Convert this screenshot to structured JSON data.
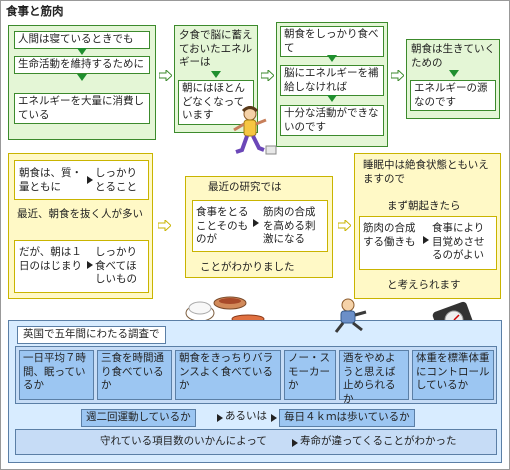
{
  "title": "食事と筋肉",
  "colors": {
    "green_border": "#3c8a2c",
    "green_fill": "#e4f6d6",
    "yellow_border": "#c9b400",
    "yellow_fill": "#fff9c6",
    "blue_fill": "#d8ecff",
    "blue_cell": "#9cc6f2",
    "flow_arrow": "#1f8f2e"
  },
  "row1": {
    "box1": {
      "a": "人間は寝ているときでも",
      "b": "生命活動を維持するために",
      "c": "エネルギーを大量に消費している"
    },
    "box2": {
      "a": "夕食で脳に蓄えておいたエネルギーは",
      "b": "朝にはほとんどなくなっています"
    },
    "box3": {
      "a": "朝食をしっかり食べて",
      "b": "脳にエネルギーを補給しなければ",
      "c": "十分な活動ができないのです"
    },
    "box4": {
      "a": "朝食は生きていくための",
      "b": "エネルギーの源なのです"
    }
  },
  "row2": {
    "left": {
      "top_l": "朝食は、質・量ともに",
      "top_r": "しっかりとること",
      "mid": "最近、朝食を抜く人が多い",
      "bot_l": "だが、朝は１日のはじまり",
      "bot_r": "しっかり食べてほしいもの"
    },
    "mid": {
      "head": "最近の研究では",
      "in_l": "食事をとることそのものが",
      "in_r": "筋肉の合成を高める刺激になる",
      "foot": "ことがわかりました"
    },
    "right": {
      "a": "睡眠中は絶食状態ともいえますので",
      "b": "まず朝起きたら",
      "in_l": "筋肉の合成する働きも",
      "in_r": "食事により目覚めさせるのがよい",
      "foot": "と考えられます"
    }
  },
  "row3": {
    "head": "英国で五年間にわたる調査で",
    "items": [
      "一日平均７時間、眠っているか",
      "三食を時間通り食べているか",
      "朝食をきっちりバランスよく食べているか",
      "ノー・スモーカーか",
      "酒をやめようと思えば止められるか",
      "体重を標準体重にコントロールしているか"
    ],
    "line2_l": "週二回運動しているか",
    "line2_m": "あるいは",
    "line2_r": "毎日４ｋｍは歩いているか",
    "line3_l": "守れている項目数のいかんによって",
    "line3_r": "寿命が違ってくることがわかった"
  }
}
